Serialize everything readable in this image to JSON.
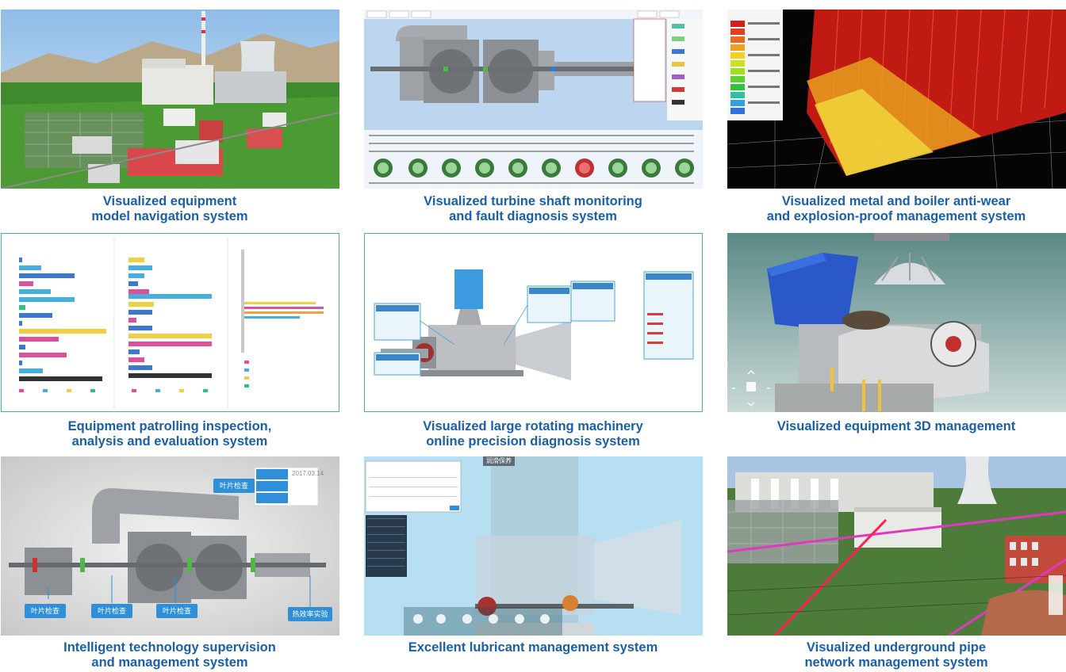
{
  "tiles": [
    {
      "lines": [
        "Visualized equipment",
        "model navigation system"
      ]
    },
    {
      "lines": [
        "Visualized turbine shaft monitoring",
        "and fault diagnosis system"
      ]
    },
    {
      "lines": [
        "Visualized metal and boiler anti-wear",
        "and explosion-proof management system"
      ]
    },
    {
      "lines": [
        "Equipment patrolling inspection,",
        "analysis and evaluation system"
      ]
    },
    {
      "lines": [
        "Visualized large rotating machinery",
        "online precision diagnosis system"
      ]
    },
    {
      "lines": [
        "Visualized equipment 3D management",
        ""
      ]
    },
    {
      "lines": [
        "Intelligent technology supervision",
        "and management system"
      ]
    },
    {
      "lines": [
        "Excellent lubricant management system",
        ""
      ]
    },
    {
      "lines": [
        "Visualized underground pipe",
        "network management system"
      ]
    }
  ],
  "tile7": {
    "date_value": "2017.03.14",
    "blade_buttons": [
      "叶片检查",
      "叶片检查",
      "叶片检查",
      "叶片检查"
    ],
    "test_button": "热效率实验"
  },
  "tile8": {
    "header_tag": "润滑保养"
  },
  "colors": {
    "caption": "#1a5fa8",
    "accent_blue": "#2f8fd8",
    "sky": "#9dc7ef",
    "grass": "#3f8a2c"
  }
}
